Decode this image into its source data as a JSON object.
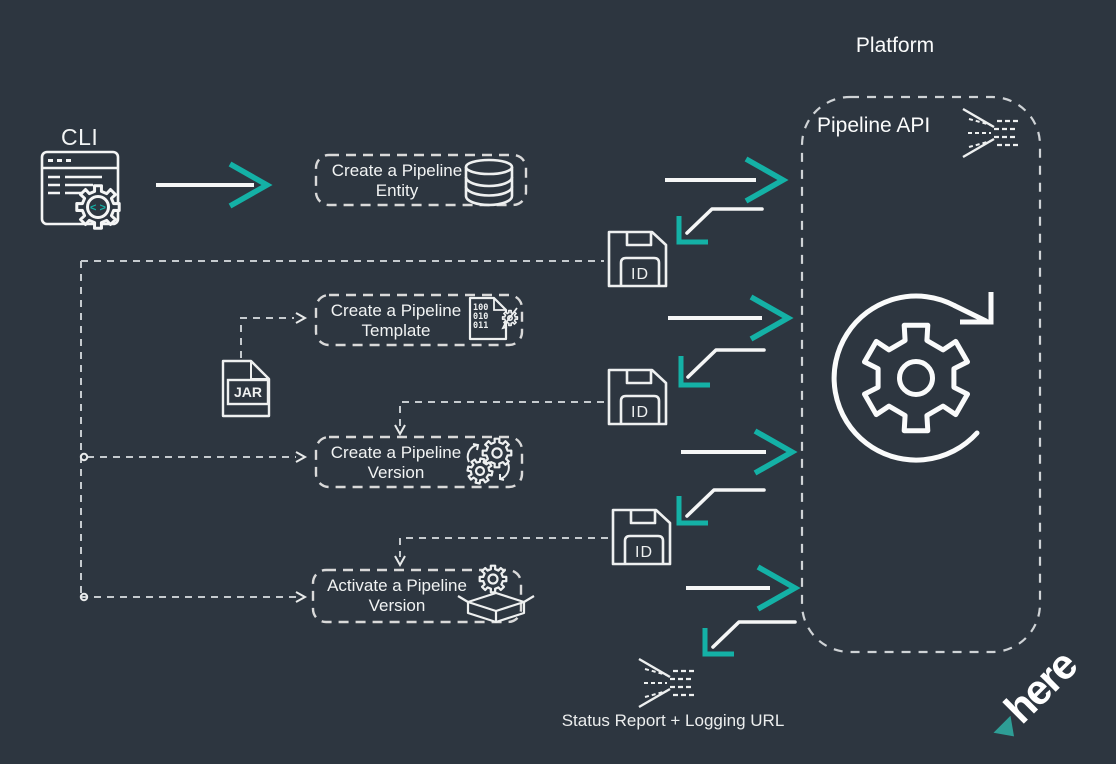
{
  "colors": {
    "background": "#2d3640",
    "teal": "#14b1a6",
    "line_white": "#f5f5f5",
    "dash_gray": "#d9d9d9"
  },
  "header": {
    "platform_label": "Platform"
  },
  "cli": {
    "label": "CLI",
    "code_glyph": "< >"
  },
  "platform": {
    "api_label": "Pipeline API"
  },
  "steps": [
    {
      "line1": "Create a Pipeline",
      "line2": "Entity",
      "icon": "database-icon"
    },
    {
      "line1": "Create a Pipeline",
      "line2": "Template",
      "icon": "binary-file-icon"
    },
    {
      "line1": "Create a Pipeline",
      "line2": "Version",
      "icon": "gears-sync-icon"
    },
    {
      "line1": "Activate a Pipeline",
      "line2": "Version",
      "icon": "unbox-gear-icon"
    }
  ],
  "artifacts": {
    "jar_label": "JAR",
    "id_badges": [
      {
        "label": "ID"
      },
      {
        "label": "ID"
      },
      {
        "label": "ID"
      }
    ],
    "binary_lines": [
      "100",
      "010",
      "011"
    ]
  },
  "footer": {
    "status_label": "Status Report + Logging URL"
  },
  "logo": {
    "text": "here"
  }
}
